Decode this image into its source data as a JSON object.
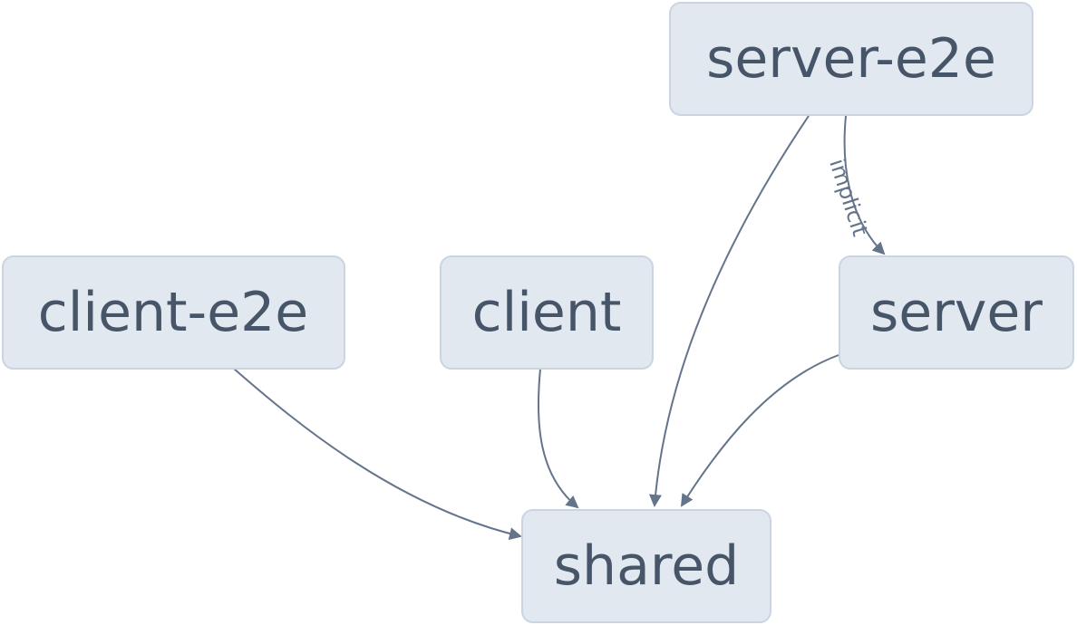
{
  "graph": {
    "nodes": [
      {
        "id": "server-e2e",
        "label": "server-e2e"
      },
      {
        "id": "client-e2e",
        "label": "client-e2e"
      },
      {
        "id": "client",
        "label": "client"
      },
      {
        "id": "server",
        "label": "server"
      },
      {
        "id": "shared",
        "label": "shared"
      }
    ],
    "edges": [
      {
        "from": "server-e2e",
        "to": "server",
        "label": "implicit"
      },
      {
        "from": "server-e2e",
        "to": "shared",
        "label": ""
      },
      {
        "from": "client-e2e",
        "to": "shared",
        "label": ""
      },
      {
        "from": "client",
        "to": "shared",
        "label": ""
      },
      {
        "from": "server",
        "to": "shared",
        "label": ""
      }
    ]
  },
  "colors": {
    "node_fill": "#e2e8f0",
    "node_border": "#cbd5e1",
    "node_text": "#475569",
    "edge": "#64748b",
    "background": "#ffffff"
  }
}
